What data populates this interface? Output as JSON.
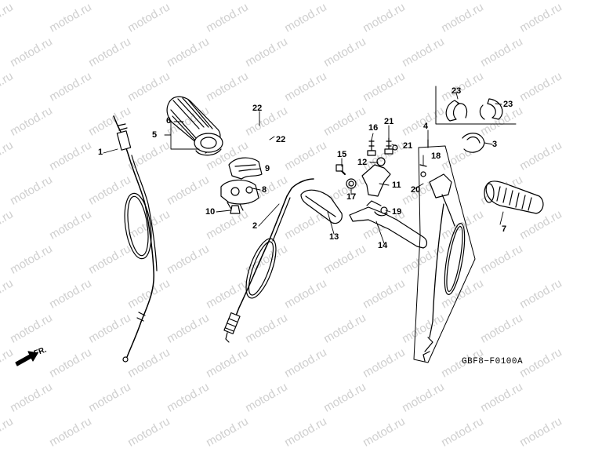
{
  "watermark": "motod.ru",
  "diagram_code": "GBF8−F0100A",
  "direction_label": "FR.",
  "callouts": {
    "c1": "1",
    "c2": "2",
    "c3": "3",
    "c4": "4",
    "c5": "5",
    "c6": "6",
    "c7": "7",
    "c8": "8",
    "c9": "9",
    "c10": "10",
    "c11": "11",
    "c12": "12",
    "c13": "13",
    "c14": "14",
    "c15": "15",
    "c16": "16",
    "c17": "17",
    "c18": "18",
    "c19": "19",
    "c20": "20",
    "c21a": "21",
    "c21b": "21",
    "c22a": "22",
    "c22b": "22",
    "c23a": "23",
    "c23b": "23"
  }
}
